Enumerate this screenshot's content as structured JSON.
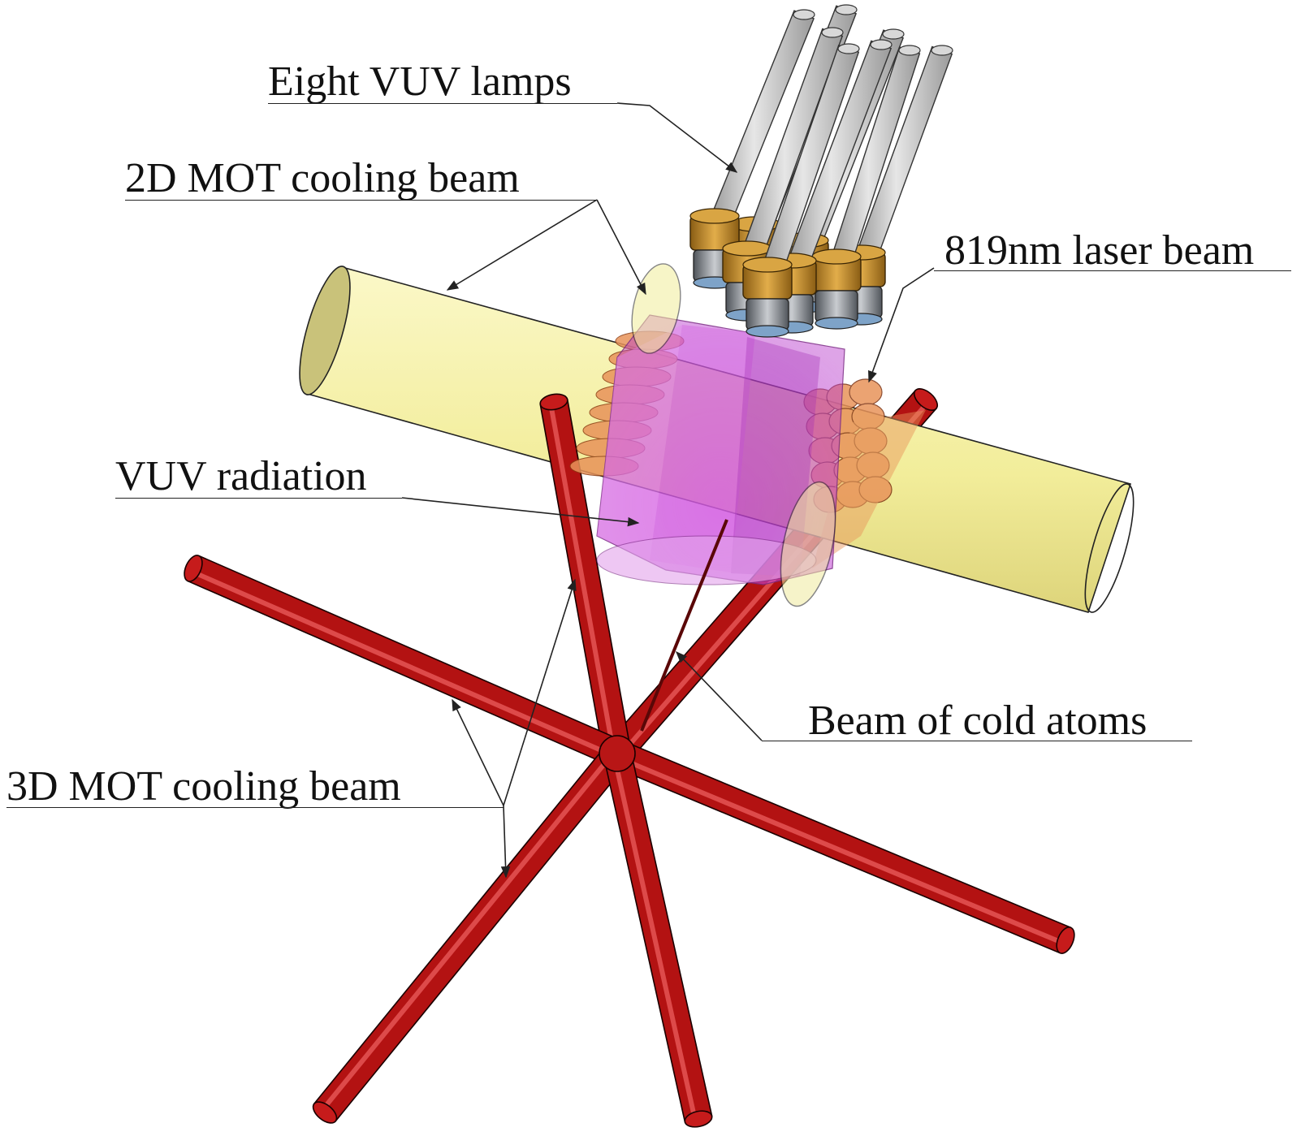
{
  "labels": {
    "eight_vuv_lamps": "Eight VUV lamps",
    "mot2d_beam": "2D MOT cooling beam",
    "laser_819": "819nm laser beam",
    "vuv_radiation": "VUV radiation",
    "cold_atoms": "Beam of cold atoms",
    "mot3d_beam": "3D MOT cooling beam"
  },
  "colors": {
    "mot3d_beam": "#b31212",
    "mot2d_beam": "#f4f0a4",
    "vuv_radiation": "#c43ad6",
    "laser_819": "#e8935a",
    "lamp_tube": "#c9c9c9",
    "lamp_collar": "#c99330",
    "lamp_base": "#8d9198"
  },
  "lamp_count": 8
}
